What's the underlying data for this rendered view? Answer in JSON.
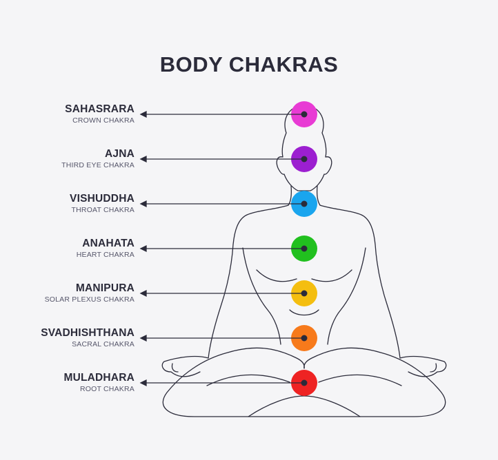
{
  "title": "BODY CHAKRAS",
  "chakras": [
    {
      "name": "SAHASRARA",
      "subtitle": "CROWN CHAKRA",
      "color": "#e83bd4"
    },
    {
      "name": "AJNA",
      "subtitle": "THIRD EYE CHAKRA",
      "color": "#9c1fd0"
    },
    {
      "name": "VISHUDDHA",
      "subtitle": "THROAT CHAKRA",
      "color": "#1aa5ee"
    },
    {
      "name": "ANAHATA",
      "subtitle": "HEART CHAKRA",
      "color": "#21c01f"
    },
    {
      "name": "MANIPURA",
      "subtitle": "SOLAR PLEXUS CHAKRA",
      "color": "#f4be10"
    },
    {
      "name": "SVADHISHTHANA",
      "subtitle": "SACRAL CHAKRA",
      "color": "#f77a1b"
    },
    {
      "name": "MULADHARA",
      "subtitle": "ROOT CHAKRA",
      "color": "#ee2323"
    }
  ]
}
